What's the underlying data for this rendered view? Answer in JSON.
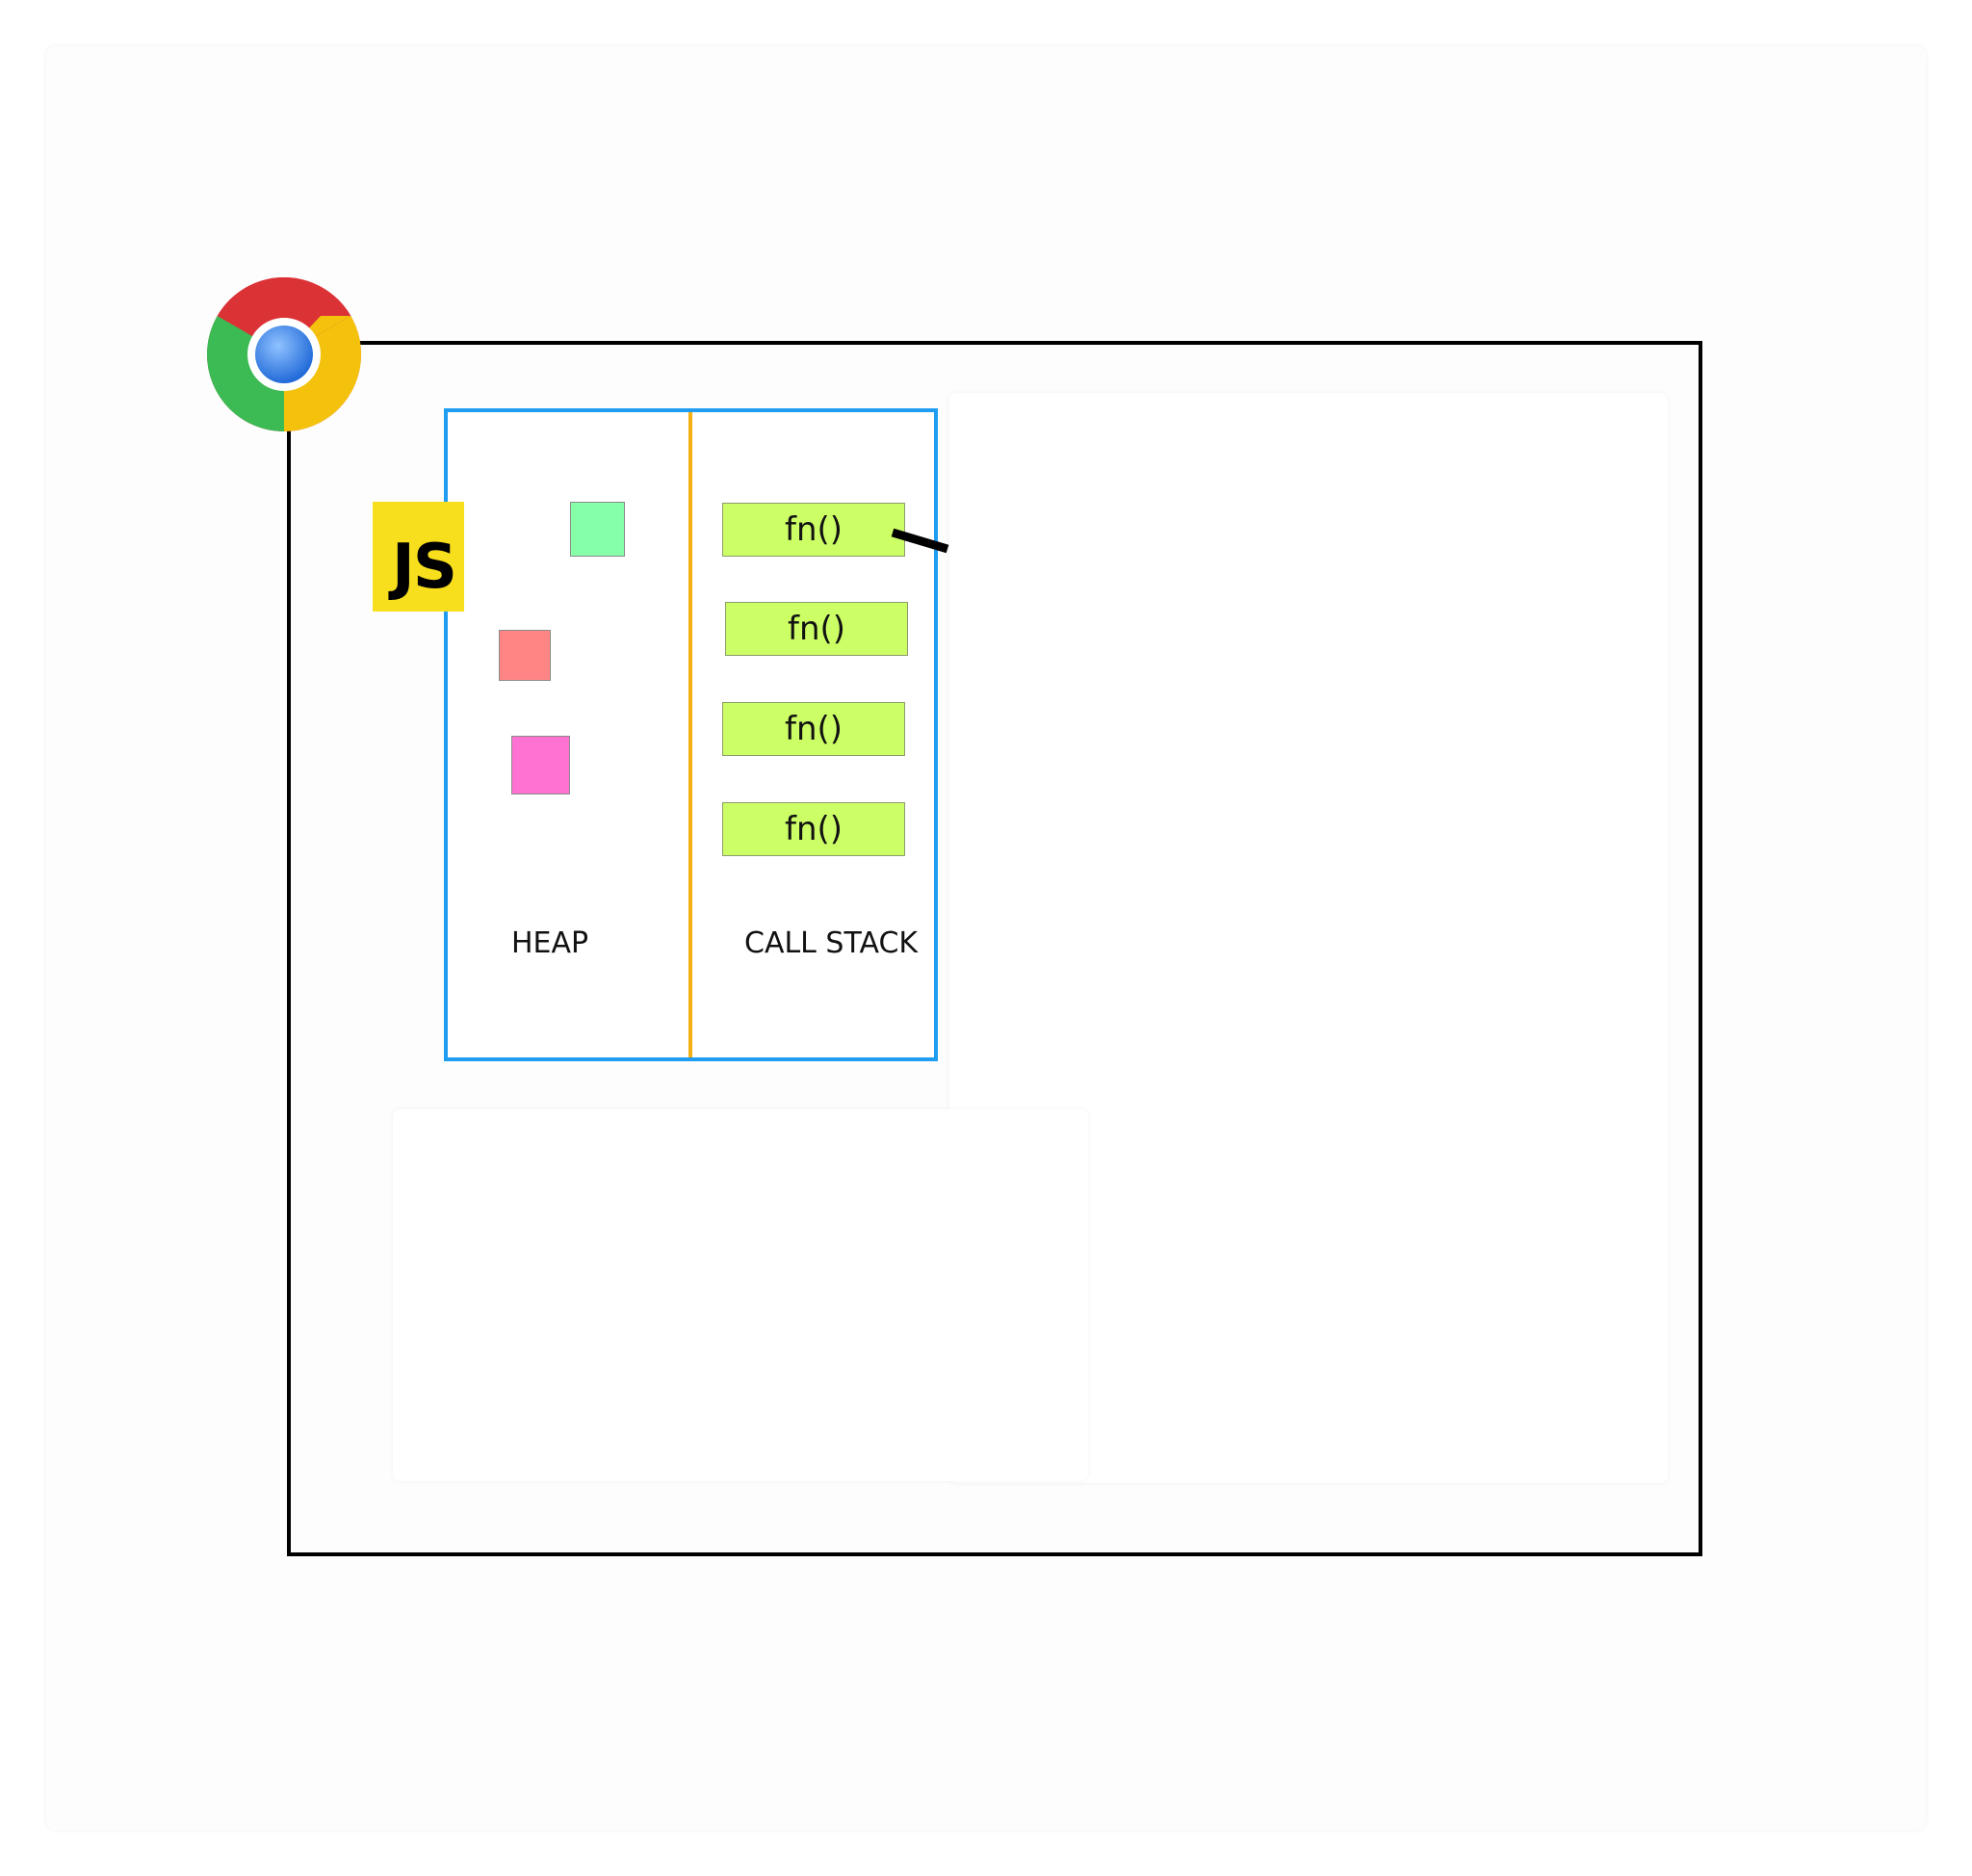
{
  "logos": {
    "browser": "chrome-logo",
    "engine_text": "JS"
  },
  "engine": {
    "heap": {
      "label": "HEAP",
      "objects": [
        {
          "color": "#86ffa9"
        },
        {
          "color": "#ff8585"
        },
        {
          "color": "#ff72d2"
        }
      ]
    },
    "call_stack": {
      "label": "CALL STACK",
      "frames": [
        {
          "label": "fn()"
        },
        {
          "label": "fn()"
        },
        {
          "label": "fn()"
        },
        {
          "label": "fn()"
        }
      ]
    }
  },
  "colors": {
    "engine_border": "#1e9df2",
    "divider": "#f5b014",
    "stack_frame_fill": "#ccff66",
    "js_yellow": "#f7df1e",
    "browser_frame": "#000000"
  }
}
